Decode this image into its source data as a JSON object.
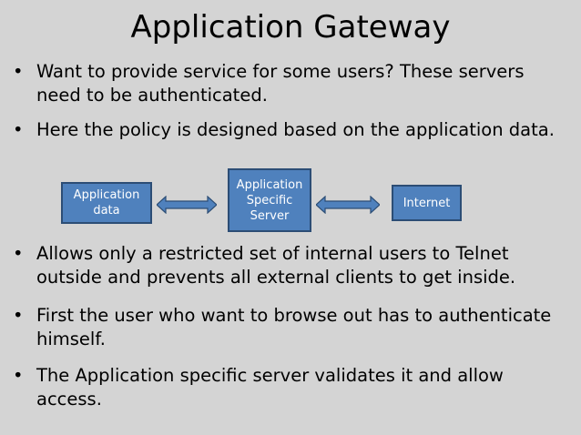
{
  "title": "Application Gateway",
  "bullets_top": [
    {
      "text": "Want to provide service for some users? These servers need to be authenticated."
    },
    {
      "text": "Here the policy is designed based on the application data."
    }
  ],
  "diagram": {
    "left_box": "Application data",
    "center_box": "Application Specific Server",
    "right_box": "Internet",
    "box_color": "#4f81bd",
    "border_color": "#2c4d75"
  },
  "bullets_bottom": [
    {
      "text": "Allows only a restricted set of internal users to Telnet outside and prevents all external clients to get inside."
    },
    {
      "text": "First the user who want to browse out has to authenticate himself."
    },
    {
      "text": "The Application specific server validates it and allow access."
    }
  ],
  "bullet_glyph": "•"
}
